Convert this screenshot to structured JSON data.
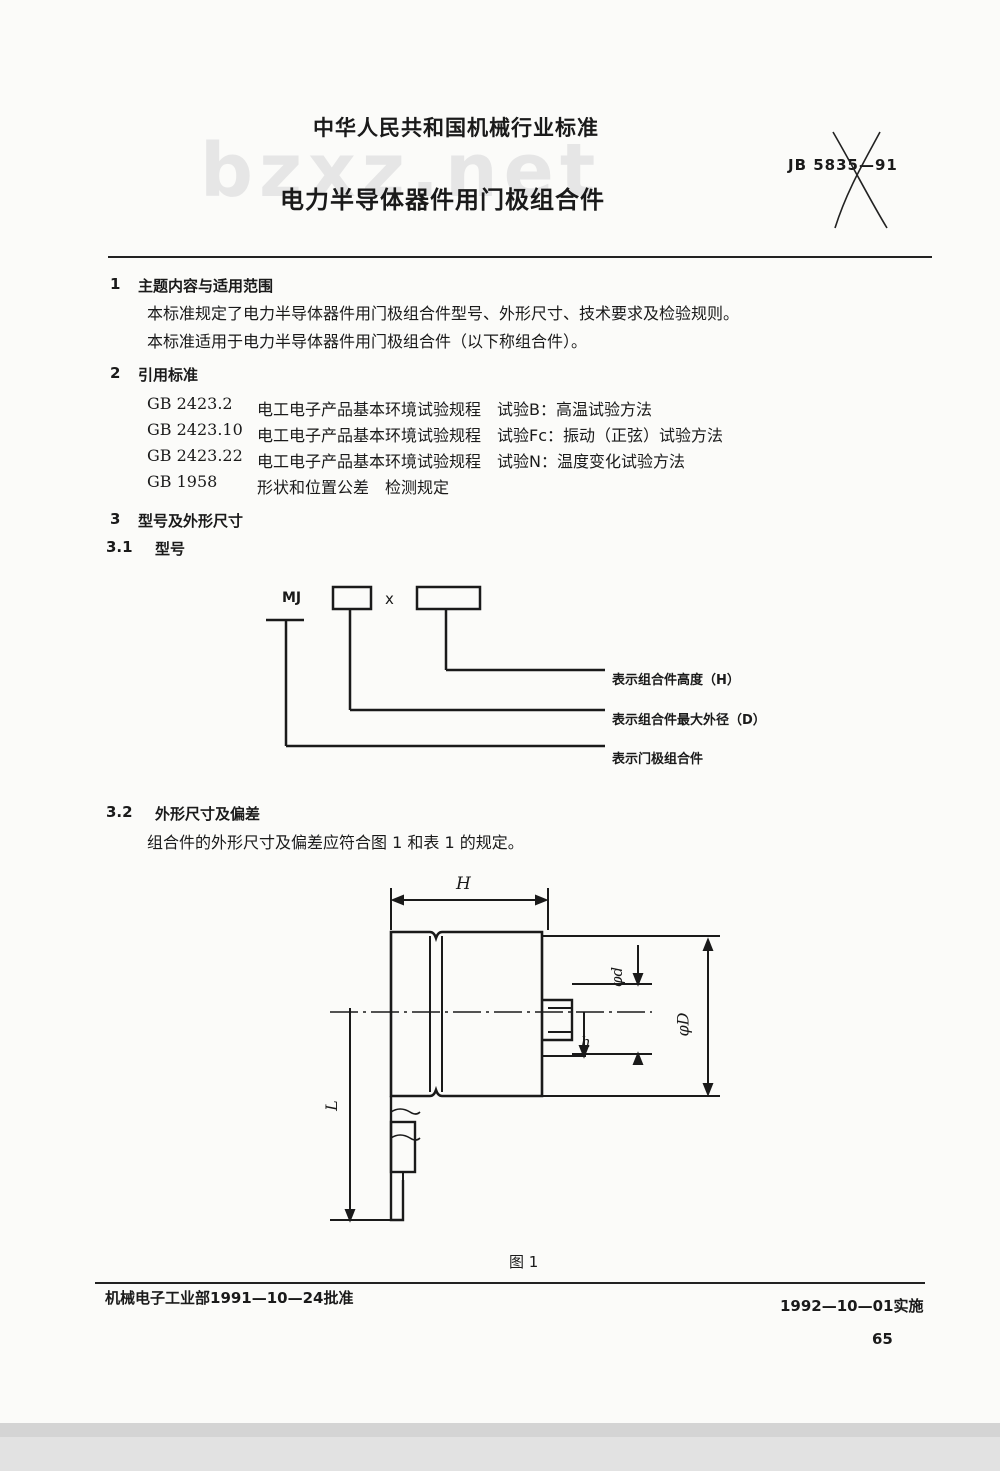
{
  "header": {
    "org_title": "中华人民共和国机械行业标准",
    "doc_title": "电力半导体器件用门极组合件",
    "std_code": "JB 5835—91",
    "watermark": "bzxz.net"
  },
  "sections": {
    "s1": {
      "number": "1",
      "heading": "主题内容与适用范围",
      "lines": [
        "本标准规定了电力半导体器件用门极组合件型号、外形尺寸、技术要求及检验规则。",
        "本标准适用于电力半导体器件用门极组合件（以下称组合件）。"
      ]
    },
    "s2": {
      "number": "2",
      "heading": "引用标准",
      "refs": [
        {
          "code": "GB 2423.2",
          "text": "电工电子产品基本环境试验规程　试验B：高温试验方法"
        },
        {
          "code": "GB 2423.10",
          "text": "电工电子产品基本环境试验规程　试验Fc：振动（正弦）试验方法"
        },
        {
          "code": "GB 2423.22",
          "text": "电工电子产品基本环境试验规程　试验N：温度变化试验方法"
        },
        {
          "code": "GB 1958",
          "text": "形状和位置公差　检测规定"
        }
      ]
    },
    "s3": {
      "number": "3",
      "heading": "型号及外形尺寸",
      "s31": {
        "number": "3.1",
        "heading": "型号",
        "prefix": "MJ",
        "times": "x",
        "labels": [
          "表示组合件高度（H）",
          "表示组合件最大外径（D）",
          "表示门极组合件"
        ]
      },
      "s32": {
        "number": "3.2",
        "heading": "外形尺寸及偏差",
        "text": "组合件的外形尺寸及偏差应符合图 1 和表 1 的规定。"
      }
    }
  },
  "figure": {
    "caption": "图 1",
    "dim_H": "H",
    "dim_phid": "φd",
    "dim_phiD": "φD",
    "dim_h": "h",
    "dim_L": "L"
  },
  "footer": {
    "approval": "机械电子工业部1991—10—24批准",
    "implement": "1992—10—01实施",
    "page": "65"
  }
}
